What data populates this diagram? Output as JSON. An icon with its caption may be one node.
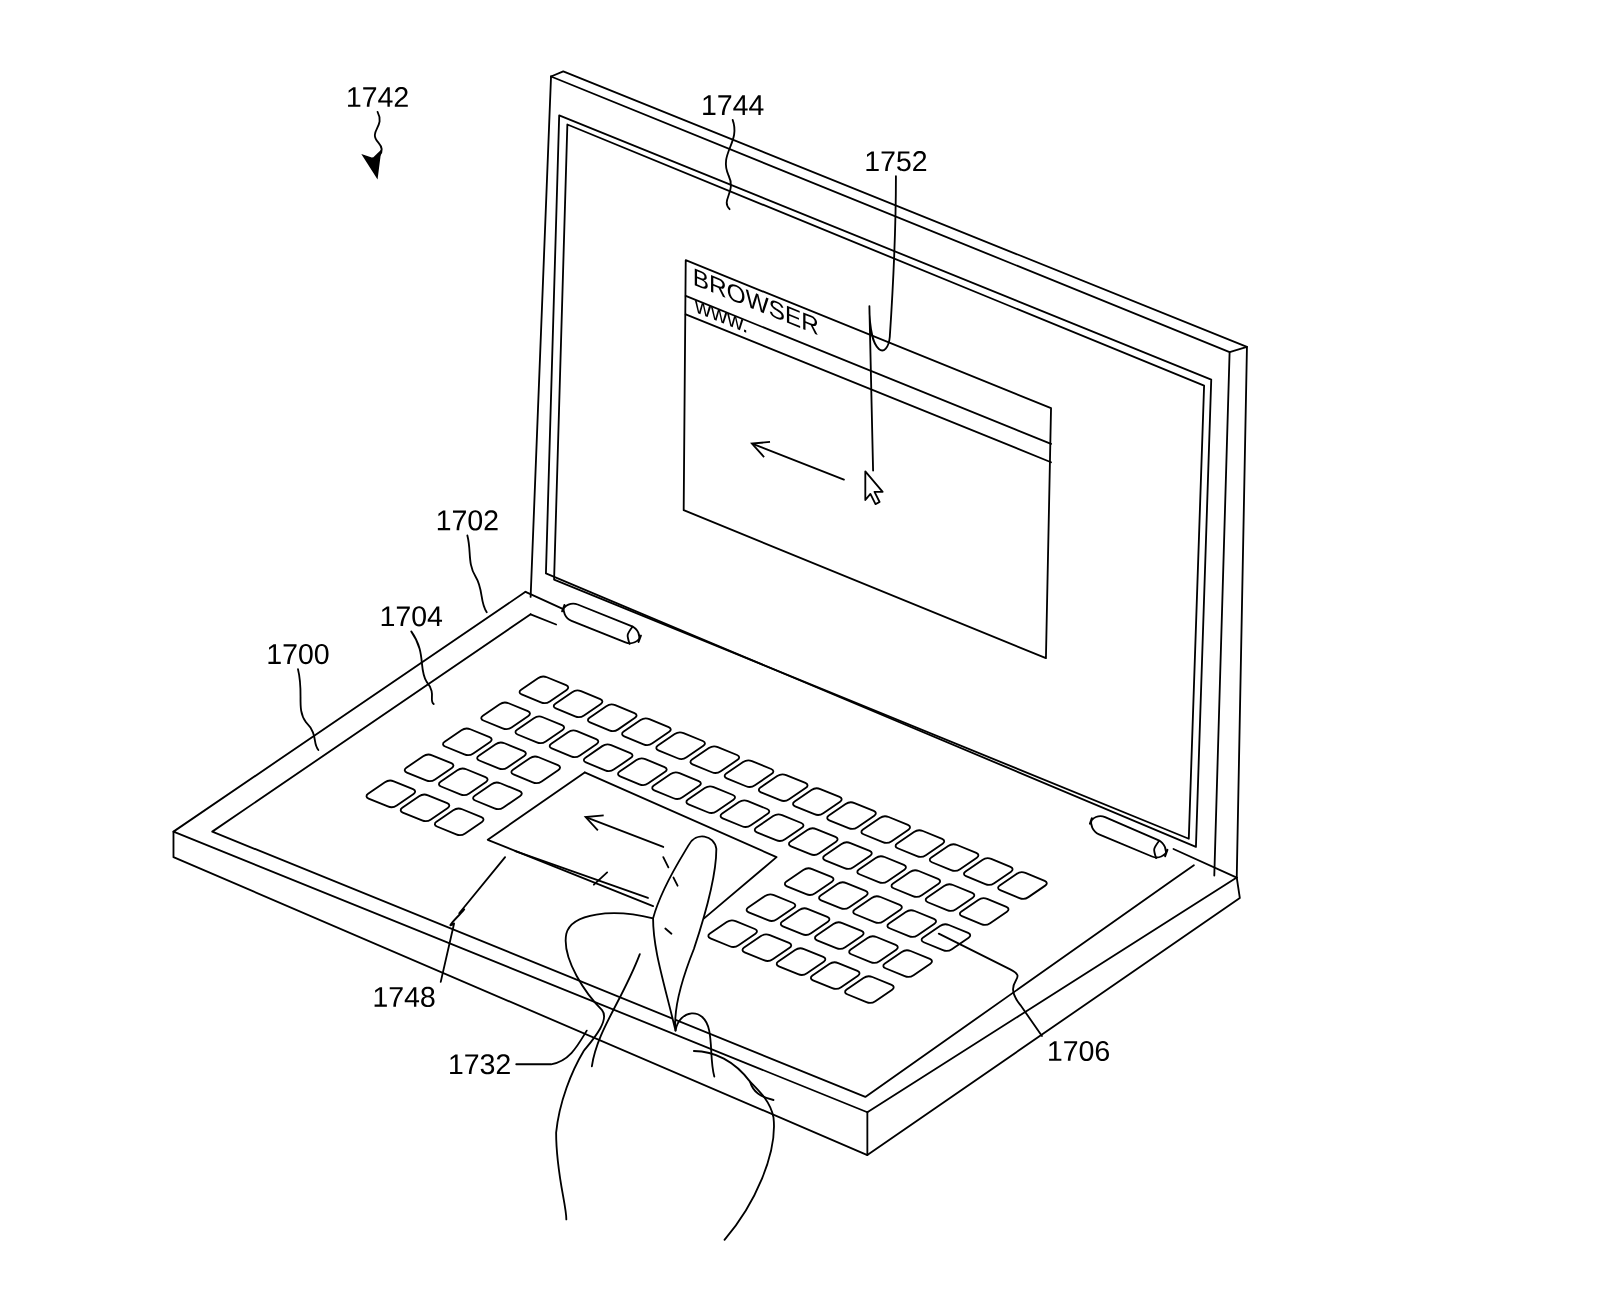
{
  "diagram": {
    "nodes": [
      {
        "text": [
          "1742"
        ]
      },
      {
        "text": [
          "1744"
        ]
      },
      {
        "text": [
          "1752"
        ]
      },
      {
        "text": [
          "BROWSER",
          "www."
        ]
      },
      {
        "text": [
          "1702"
        ]
      },
      {
        "text": [
          "1704"
        ]
      },
      {
        "text": [
          "1700"
        ]
      },
      {
        "text": [
          "1748"
        ]
      },
      {
        "text": [
          "1732"
        ]
      },
      {
        "text": [
          "1706"
        ]
      },
      {
        "text": [],
        "shape": "picture",
        "in": 3
      }
    ],
    "edges": [
      {
        "from": 0,
        "to": null,
        "arrow": "to"
      },
      {
        "from": 1,
        "to": null,
        "arrow": "none"
      },
      {
        "from": 2,
        "to": 10,
        "arrow": "none"
      },
      {
        "from": 4,
        "to": null,
        "arrow": "none"
      },
      {
        "from": 5,
        "to": null,
        "arrow": "none"
      },
      {
        "from": 6,
        "to": null,
        "arrow": "none"
      },
      {
        "from": 7,
        "to": null,
        "arrow": "none"
      },
      {
        "from": 8,
        "to": null,
        "arrow": "none"
      },
      {
        "from": 9,
        "to": null,
        "arrow": "none"
      }
    ]
  }
}
